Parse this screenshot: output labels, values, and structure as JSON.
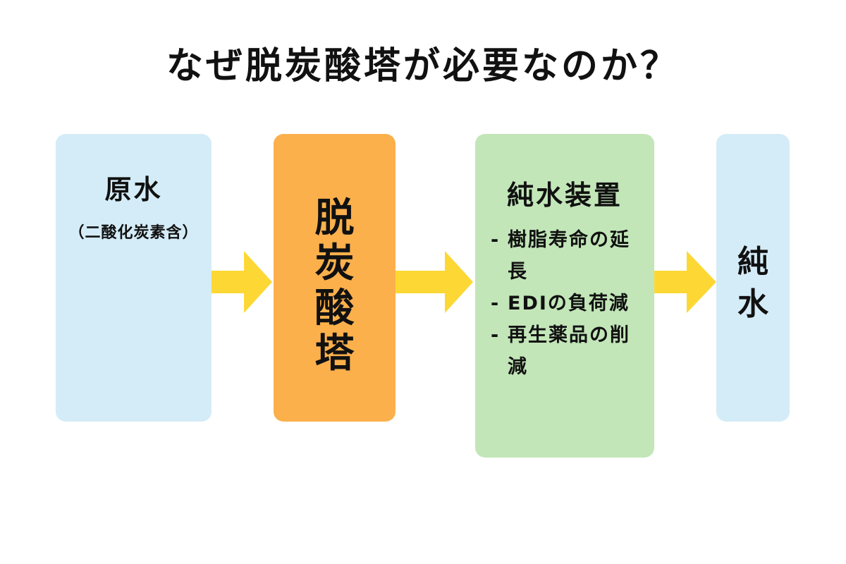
{
  "title": "なぜ脱炭酸塔が必要なのか？",
  "colors": {
    "light_blue": "#d4ecf7",
    "orange": "#fbb04c",
    "light_green": "#c2e6b8",
    "arrow_yellow": "#fdd835"
  },
  "boxes": {
    "raw_water": {
      "title": "原水",
      "subtitle": "（二酸化炭素含）"
    },
    "decarbonation_tower": {
      "label_chars": [
        "脱",
        "炭",
        "酸",
        "塔"
      ]
    },
    "pure_water_unit": {
      "title": "純水装置",
      "items": [
        {
          "dash": "-",
          "text": "樹脂寿命の延長"
        },
        {
          "dash": "-",
          "text": "EDIの負荷減"
        },
        {
          "dash": "-",
          "text": "再生薬品の削減"
        }
      ]
    },
    "pure_water": {
      "label_chars": [
        "純",
        "水"
      ]
    }
  }
}
